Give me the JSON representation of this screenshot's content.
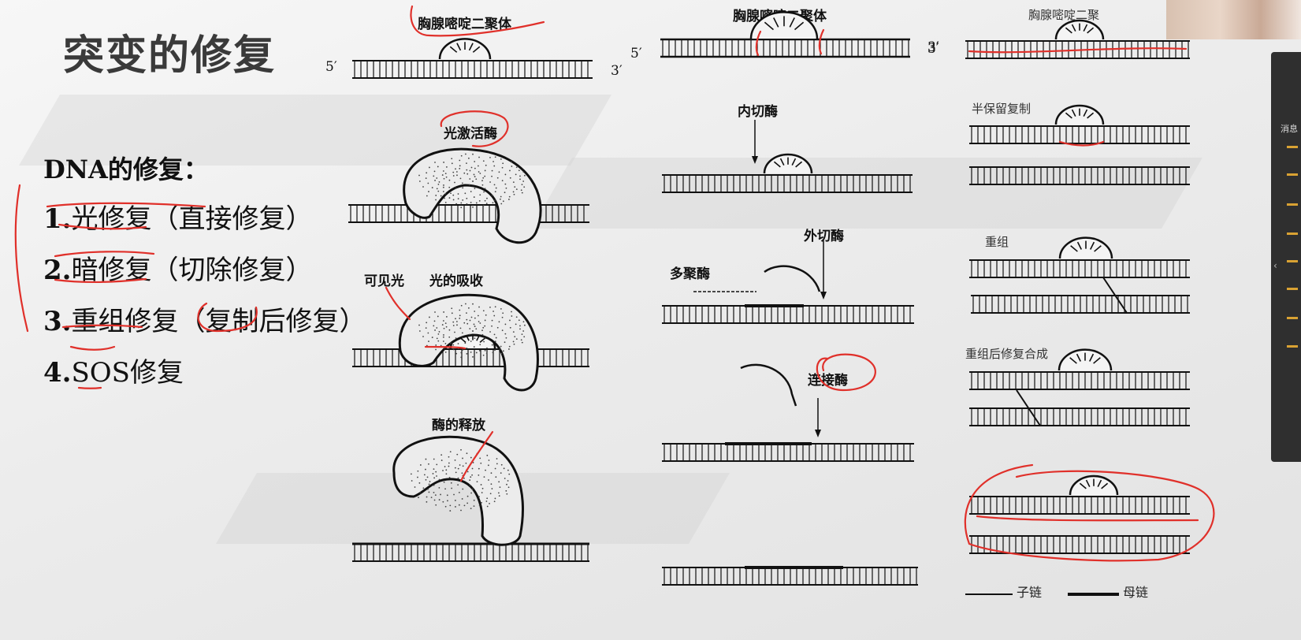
{
  "slide": {
    "title": "突变的修复",
    "repair_heading": "DNA的修复：",
    "items": [
      {
        "num": "1.",
        "label": "光修复（直接修复）"
      },
      {
        "num": "2.",
        "label": "暗修复（切除修复）"
      },
      {
        "num": "3.",
        "label": "重组修复（复制后修复）"
      },
      {
        "num": "4.",
        "label": "SOS修复"
      }
    ]
  },
  "col1": {
    "dimer": "胸腺嘧啶二聚体",
    "five_prime": "5′",
    "three_prime": "3′",
    "enzyme": "光激活酶",
    "visible_light": "可见光",
    "absorb": "光的吸收",
    "release": "酶的释放"
  },
  "col2": {
    "dimer": "胸腺嘧啶二聚体",
    "five_prime": "5′",
    "three_prime": "3′",
    "endonuclease": "内切酶",
    "exonuclease": "外切酶",
    "polymerase": "多聚酶",
    "ligase": "连接酶"
  },
  "col3": {
    "dimer": "胸腺嘧啶二聚",
    "three_prime": "3′",
    "semi": "半保留复制",
    "recomb": "重组",
    "synth": "重组后修复合成",
    "legend_daughter": "子链",
    "legend_parent": "母链"
  },
  "side_panel": {
    "tab": "消息"
  },
  "colors": {
    "annotation": "#e0302a",
    "ink": "#111111"
  }
}
